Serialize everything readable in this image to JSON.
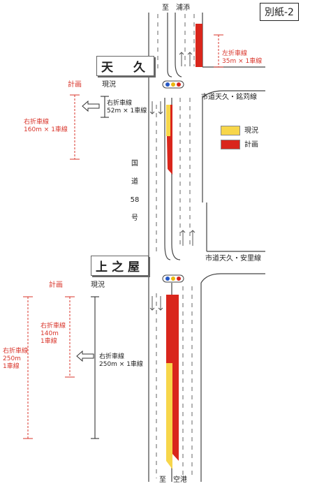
{
  "sheet_label": "別紙-2",
  "direction_top": "至　浦添",
  "direction_bottom": "至　空港",
  "road_name": [
    "国",
    "道",
    "58",
    "号"
  ],
  "north": {
    "place": "天　久",
    "cross_road": "市道天久・銘苅線",
    "left_turn_plan": [
      "左折車線",
      "35m × 1車線"
    ],
    "label_plan": "計画",
    "label_current": "現況",
    "current_lane": [
      "右折車線",
      "52m × 1車線"
    ],
    "plan_lane": [
      "右折車線",
      "160m × 1車線"
    ]
  },
  "south": {
    "place": "上之屋",
    "cross_road": "市道天久・安里線",
    "label_plan": "計画",
    "label_current": "現況",
    "plan_inner": [
      "右折車線",
      "140m",
      "1車線"
    ],
    "plan_outer": [
      "右折車線",
      "250m",
      "1車線"
    ],
    "current_lane": [
      "右折車線",
      "250m × 1車線"
    ]
  },
  "legend": {
    "current": "現況",
    "plan": "計画",
    "current_color": "#f7d64a",
    "plan_color": "#d9261c"
  }
}
